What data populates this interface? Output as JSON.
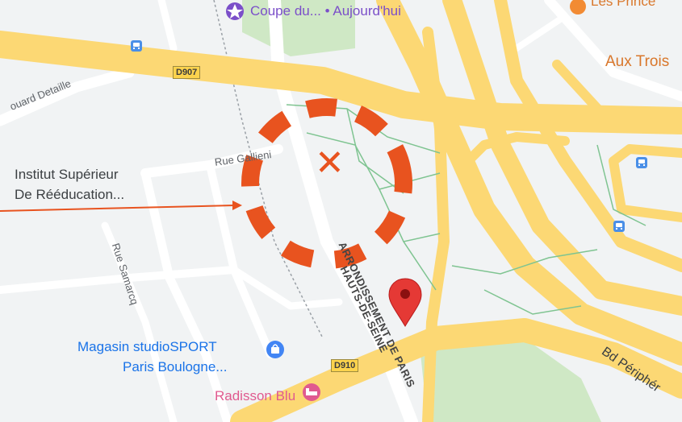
{
  "map": {
    "poi": {
      "event": "Coupe du... • Aujourd'hui",
      "aux_trois": "Aux Trois",
      "les_princes_partial": "Les Prince",
      "institut_line1": "Institut Supérieur",
      "institut_line2": "De Rééducation...",
      "magasin_line1": "Magasin studioSPORT",
      "magasin_line2": "Paris Boulogne...",
      "radisson": "Radisson Blu"
    },
    "streets": {
      "edouard_detaille": "ouard Detaille",
      "rue_gallieni": "Rue Gallieni",
      "rue_samarcq": "Rue Samarcq",
      "arrondissement_line1": "ARRONDISSEMENT DE PARIS",
      "arrondissement_line2": "HAUTS-DE-SEINE",
      "bd_peripherique": "Bd Périphér"
    },
    "route_shields": {
      "d907": "D907",
      "d910": "D910"
    },
    "overlay": {
      "marker_symbol": "✕",
      "target_color": "#e8531f"
    },
    "colors": {
      "road_major": "#fcd874",
      "park": "#cfe8c5",
      "pin": "#e53935",
      "poi_blue": "#1a73e8",
      "poi_pink": "#e05a8f"
    }
  }
}
